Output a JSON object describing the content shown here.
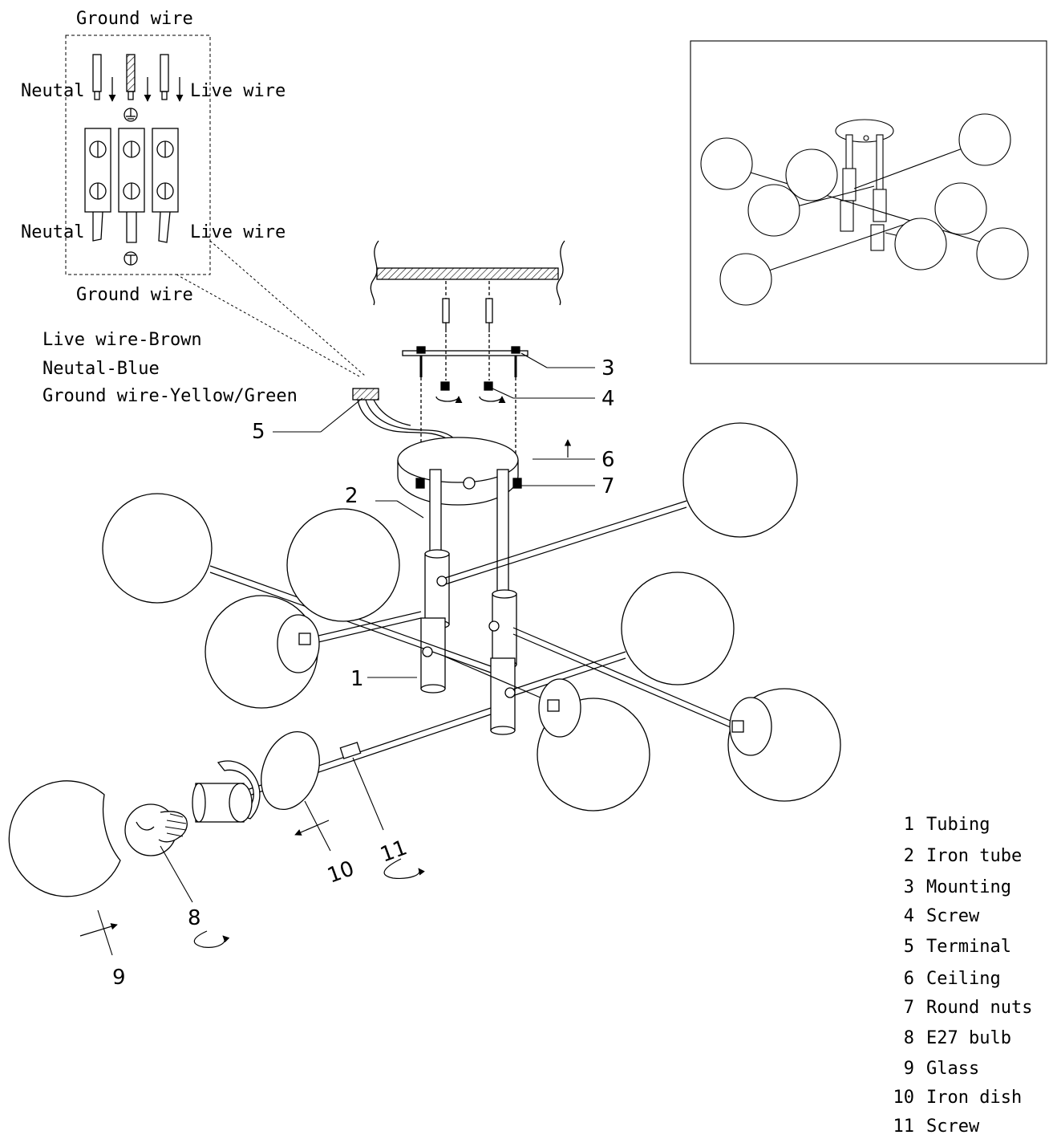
{
  "wiring": {
    "ground_top": "Ground wire",
    "neutral_top": "Neutal",
    "live_top": "Live wire",
    "neutral_bottom": "Neutal",
    "live_bottom": "Live wire",
    "ground_bottom": "Ground wire"
  },
  "wire_colors": [
    "Live wire-Brown",
    "Neutal-Blue",
    "Ground wire-Yellow/Green"
  ],
  "callouts": {
    "c1": "1",
    "c2": "2",
    "c3": "3",
    "c4": "4",
    "c5": "5",
    "c6": "6",
    "c7": "7",
    "c8": "8",
    "c9": "9",
    "c10": "10",
    "c11": "11"
  },
  "legend": [
    {
      "num": "1",
      "name": "Tubing"
    },
    {
      "num": "2",
      "name": "Iron tube"
    },
    {
      "num": "3",
      "name": "Mounting"
    },
    {
      "num": "4",
      "name": "Screw"
    },
    {
      "num": "5",
      "name": "Terminal"
    },
    {
      "num": "6",
      "name": "Ceiling"
    },
    {
      "num": "7",
      "name": "Round nuts"
    },
    {
      "num": "8",
      "name": "E27 bulb"
    },
    {
      "num": "9",
      "name": "Glass"
    },
    {
      "num": "10",
      "name": "Iron dish"
    },
    {
      "num": "11",
      "name": "Screw"
    }
  ]
}
